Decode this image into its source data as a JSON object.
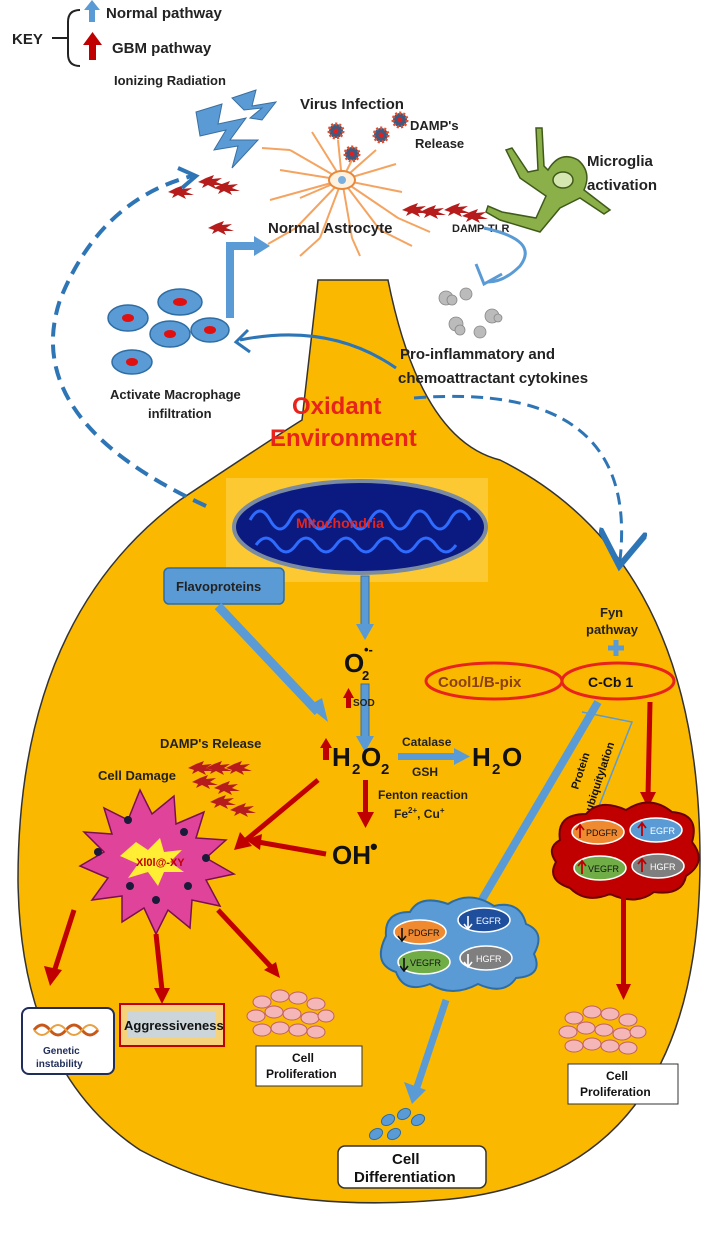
{
  "key": {
    "title": "KEY",
    "normal": "Normal pathway",
    "gbm": "GBM pathway"
  },
  "top": {
    "ionizing": "Ionizing Radiation",
    "virus": "Virus Infection",
    "damp_release_1": "DAMP's",
    "damp_release_2": "Release",
    "microglia_1": "Microglia",
    "microglia_2": "activation",
    "damp_tlr": "DAMP-TLR",
    "astrocyte": "Normal Astrocyte",
    "macrophage_1": "Activate Macrophage",
    "macrophage_2": "infiltration",
    "cytokines_1": "Pro-inflammatory and",
    "cytokines_2": "chemoattractant cytokines"
  },
  "oxidant": {
    "line1": "Oxidant",
    "line2": "Environment"
  },
  "cell": {
    "mitochondria": "Mitochondria",
    "flavoproteins": "Flavoproteins",
    "superoxide": "O",
    "superoxide_sub": "2",
    "superoxide_sup": "•-",
    "sod": "SOD",
    "h2o2": "H",
    "h2o2_sub": "2",
    "h2o2_o": "O",
    "h2o2_sub2": "2",
    "catalase": "Catalase",
    "gsh": "GSH",
    "h2o": "H",
    "h2o_sub": "2",
    "h2o_o": "O",
    "fenton": "Fenton reaction",
    "fe": "Fe",
    "fe_sup": "2+",
    "cu": ", Cu",
    "cu_sup": "+",
    "oh": "OH",
    "oh_dot": "•",
    "damp_release": "DAMP's Release",
    "cell_damage": "Cell Damage",
    "fyn_1": "Fyn",
    "fyn_2": "pathway",
    "cool1": "Cool1/B-pix",
    "ccb1": "C-Cb 1",
    "ubiq_1": "Protein",
    "ubiq_2": "ubiquitylation"
  },
  "receptors": {
    "pdgfr": "PDGFR",
    "egfr": "EGFR",
    "vegfr": "VEGFR",
    "hgfr": "HGFR"
  },
  "outcomes": {
    "genetic_1": "Genetic",
    "genetic_2": "instability",
    "aggressiveness": "Aggressiveness",
    "prolif_left_1": "Cell",
    "prolif_left_2": "Proliferation",
    "diff_1": "Cell",
    "diff_2": "Differentiation",
    "prolif_right_1": "Cell",
    "prolif_right_2": "Proliferation"
  },
  "colors": {
    "cell_fill": "#fbb800",
    "blue": "#5b9bd5",
    "red_arrow": "#c00000",
    "title_red": "#e8231c"
  }
}
